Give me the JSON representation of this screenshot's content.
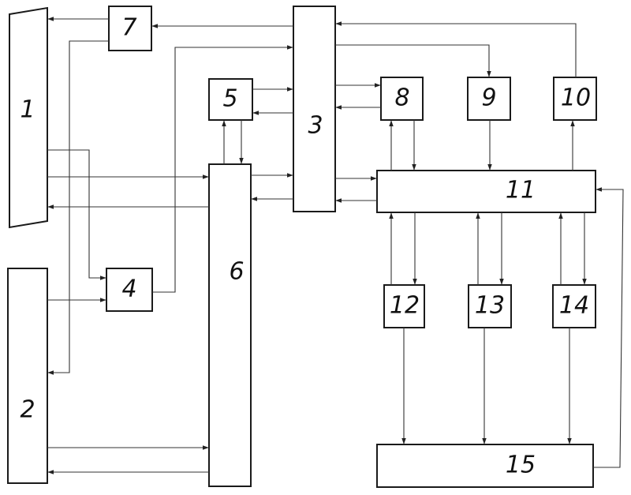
{
  "blocks": {
    "b1": "1",
    "b2": "2",
    "b3": "3",
    "b4": "4",
    "b5": "5",
    "b6": "6",
    "b7": "7",
    "b8": "8",
    "b9": "9",
    "b10": "10",
    "b11": "11",
    "b12": "12",
    "b13": "13",
    "b14": "14",
    "b15": "15"
  }
}
